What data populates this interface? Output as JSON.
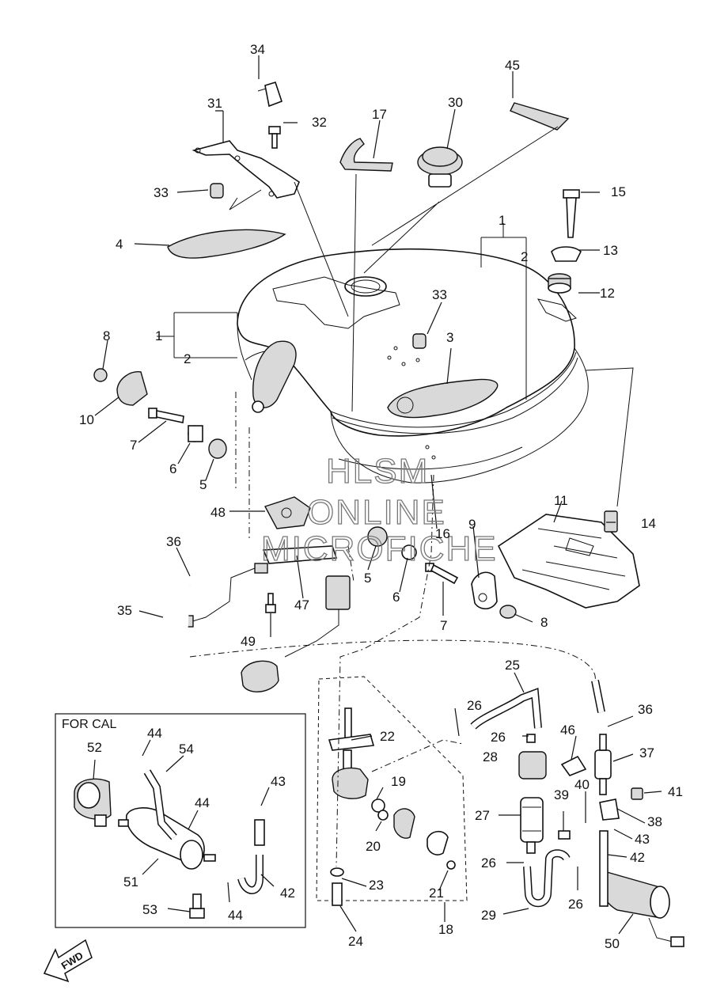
{
  "watermark": {
    "line1": "HLSM",
    "line2": "ONLINE",
    "line3": "MICROFICHE"
  },
  "inset": {
    "title": "FOR CAL"
  },
  "fwd_label": "FWD",
  "callouts": [
    {
      "id": "c34",
      "text": "34"
    },
    {
      "id": "c31",
      "text": "31"
    },
    {
      "id": "c32",
      "text": "32"
    },
    {
      "id": "c17",
      "text": "17"
    },
    {
      "id": "c30",
      "text": "30"
    },
    {
      "id": "c45",
      "text": "45"
    },
    {
      "id": "c33a",
      "text": "33"
    },
    {
      "id": "c15",
      "text": "15"
    },
    {
      "id": "c4",
      "text": "4"
    },
    {
      "id": "c1a",
      "text": "1"
    },
    {
      "id": "c2a",
      "text": "2"
    },
    {
      "id": "c13",
      "text": "13"
    },
    {
      "id": "c12",
      "text": "12"
    },
    {
      "id": "c33b",
      "text": "33"
    },
    {
      "id": "c8a",
      "text": "8"
    },
    {
      "id": "c1b",
      "text": "1"
    },
    {
      "id": "c2b",
      "text": "2"
    },
    {
      "id": "c3",
      "text": "3"
    },
    {
      "id": "c10",
      "text": "10"
    },
    {
      "id": "c7a",
      "text": "7"
    },
    {
      "id": "c6a",
      "text": "6"
    },
    {
      "id": "c5a",
      "text": "5"
    },
    {
      "id": "c48",
      "text": "48"
    },
    {
      "id": "c11",
      "text": "11"
    },
    {
      "id": "c14",
      "text": "14"
    },
    {
      "id": "c16",
      "text": "16"
    },
    {
      "id": "c9",
      "text": "9"
    },
    {
      "id": "c36a",
      "text": "36"
    },
    {
      "id": "c5b",
      "text": "5"
    },
    {
      "id": "c6b",
      "text": "6"
    },
    {
      "id": "c35",
      "text": "35"
    },
    {
      "id": "c47",
      "text": "47"
    },
    {
      "id": "c7b",
      "text": "7"
    },
    {
      "id": "c8b",
      "text": "8"
    },
    {
      "id": "c49",
      "text": "49"
    },
    {
      "id": "c25",
      "text": "25"
    },
    {
      "id": "c26a",
      "text": "26"
    },
    {
      "id": "c36b",
      "text": "36"
    },
    {
      "id": "c22",
      "text": "22"
    },
    {
      "id": "c26b",
      "text": "26"
    },
    {
      "id": "c46",
      "text": "46"
    },
    {
      "id": "c28",
      "text": "28"
    },
    {
      "id": "c37",
      "text": "37"
    },
    {
      "id": "c19",
      "text": "19"
    },
    {
      "id": "c40",
      "text": "40"
    },
    {
      "id": "c41",
      "text": "41"
    },
    {
      "id": "c27",
      "text": "27"
    },
    {
      "id": "c39",
      "text": "39"
    },
    {
      "id": "c38",
      "text": "38"
    },
    {
      "id": "c20",
      "text": "20"
    },
    {
      "id": "c43a",
      "text": "43"
    },
    {
      "id": "c26c",
      "text": "26"
    },
    {
      "id": "c42a",
      "text": "42"
    },
    {
      "id": "c23",
      "text": "23"
    },
    {
      "id": "c21",
      "text": "21"
    },
    {
      "id": "c26d",
      "text": "26"
    },
    {
      "id": "c29",
      "text": "29"
    },
    {
      "id": "c18",
      "text": "18"
    },
    {
      "id": "c24",
      "text": "24"
    },
    {
      "id": "c50",
      "text": "50"
    },
    {
      "id": "c52",
      "text": "52"
    },
    {
      "id": "c44a",
      "text": "44"
    },
    {
      "id": "c54",
      "text": "54"
    },
    {
      "id": "c43b",
      "text": "43"
    },
    {
      "id": "c44b",
      "text": "44"
    },
    {
      "id": "c51",
      "text": "51"
    },
    {
      "id": "c42b",
      "text": "42"
    },
    {
      "id": "c53",
      "text": "53"
    },
    {
      "id": "c44c",
      "text": "44"
    }
  ]
}
